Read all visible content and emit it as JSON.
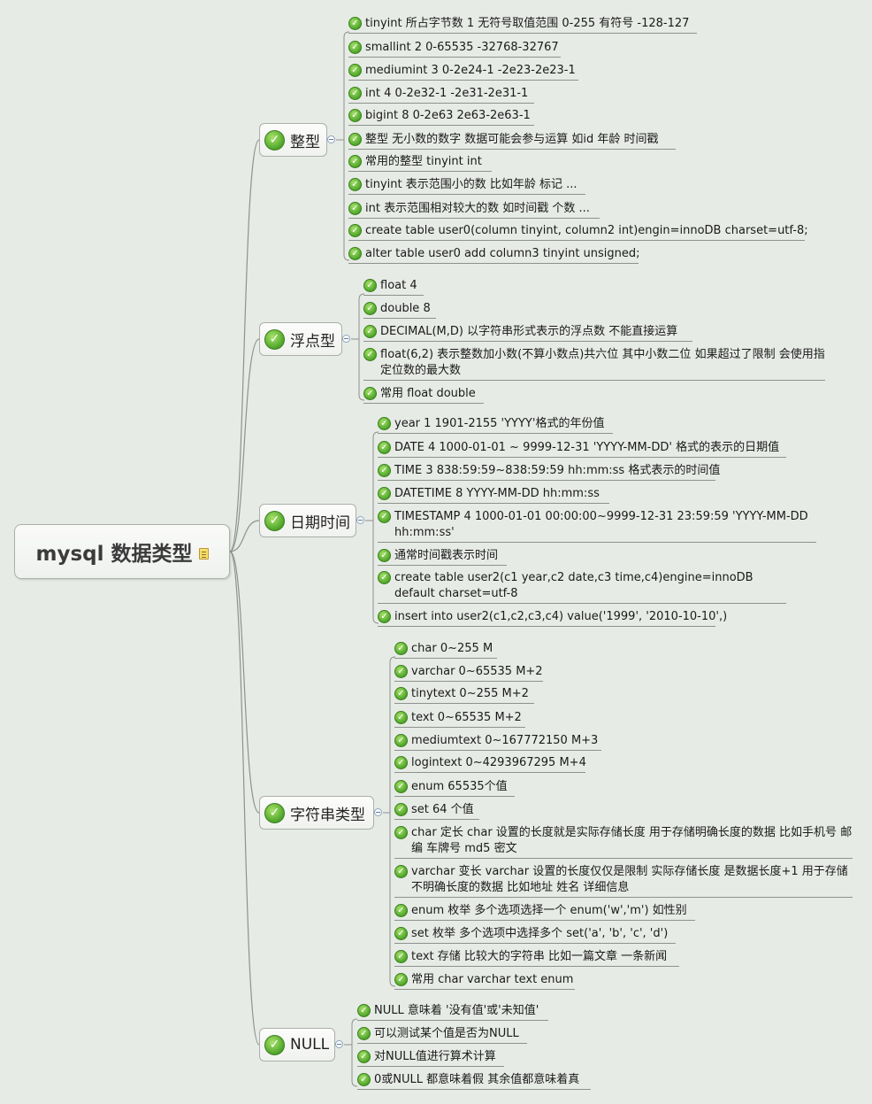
{
  "root": {
    "label": "mysql 数据类型",
    "icon": "note-icon"
  },
  "branches": [
    {
      "label": "整型",
      "items": [
        "tinyint 所占字节数 1 无符号取值范围 0-255 有符号 -128-127",
        "smallint 2 0-65535 -32768-32767",
        "mediumint 3 0-2e24-1 -2e23-2e23-1",
        "int 4 0-2e32-1 -2e31-2e31-1",
        "bigint 8 0-2e63 2e63-2e63-1",
        "整型 无小数的数字 数据可能会参与运算 如id 年龄 时间戳",
        "常用的整型 tinyint int",
        "tinyint 表示范围小的数 比如年龄 标记 ...",
        "int 表示范围相对较大的数 如时间戳 个数 ...",
        "create table user0(column tinyint, column2 int)engin=innoDB charset=utf-8;",
        "alter table user0 add column3 tinyint unsigned;"
      ]
    },
    {
      "label": "浮点型",
      "items": [
        "float 4",
        "double 8",
        "DECIMAL(M,D) 以字符串形式表示的浮点数 不能直接运算",
        "float(6,2) 表示整数加小数(不算小数点)共六位 其中小数二位 如果超过了限制 会使用指定位数的最大数",
        "常用 float double"
      ]
    },
    {
      "label": "日期时间",
      "items": [
        "year 1 1901-2155 'YYYY'格式的年份值",
        "DATE 4 1000-01-01 ~ 9999-12-31 'YYYY-MM-DD' 格式的表示的日期值",
        "TIME 3 838:59:59~838:59:59 hh:mm:ss 格式表示的时间值",
        "DATETIME 8 YYYY-MM-DD hh:mm:ss",
        "TIMESTAMP 4 1000-01-01 00:00:00~9999-12-31 23:59:59 'YYYY-MM-DD hh:mm:ss'",
        "通常时间戳表示时间",
        "create table user2(c1 year,c2 date,c3 time,c4)engine=innoDB default charset=utf-8",
        "insert into user2(c1,c2,c3,c4) value('1999', '2010-10-10',)"
      ]
    },
    {
      "label": "字符串类型",
      "items": [
        "char 0~255 M",
        "varchar 0~65535 M+2",
        "tinytext 0~255 M+2",
        "text 0~65535 M+2",
        "mediumtext  0~167772150 M+3",
        "logintext 0~4293967295 M+4",
        "enum 65535个值",
        "set 64 个值",
        "char 定长 char 设置的长度就是实际存储长度 用于存储明确长度的数据 比如手机号 邮编 车牌号 md5 密文",
        "varchar 变长 varchar 设置的长度仅仅是限制 实际存储长度 是数据长度+1 用于存储不明确长度的数据 比如地址 姓名 详细信息",
        "enum 枚举 多个选项选择一个 enum('w','m') 如性别",
        "set 枚举 多个选项中选择多个 set('a', 'b', 'c', 'd')",
        "text 存储 比较大的字符串 比如一篇文章 一条新闻",
        "常用 char varchar text enum"
      ]
    },
    {
      "label": "NULL",
      "items": [
        "NULL 意味着 '没有值'或'未知值'",
        "可以测试某个值是否为NULL",
        "对NULL值进行算术计算",
        "0或NULL 都意味着假 其余值都意味着真"
      ]
    }
  ],
  "colors": {
    "background": "#e7ebe6",
    "check": "#4ea52a",
    "line": "#8e928d"
  }
}
